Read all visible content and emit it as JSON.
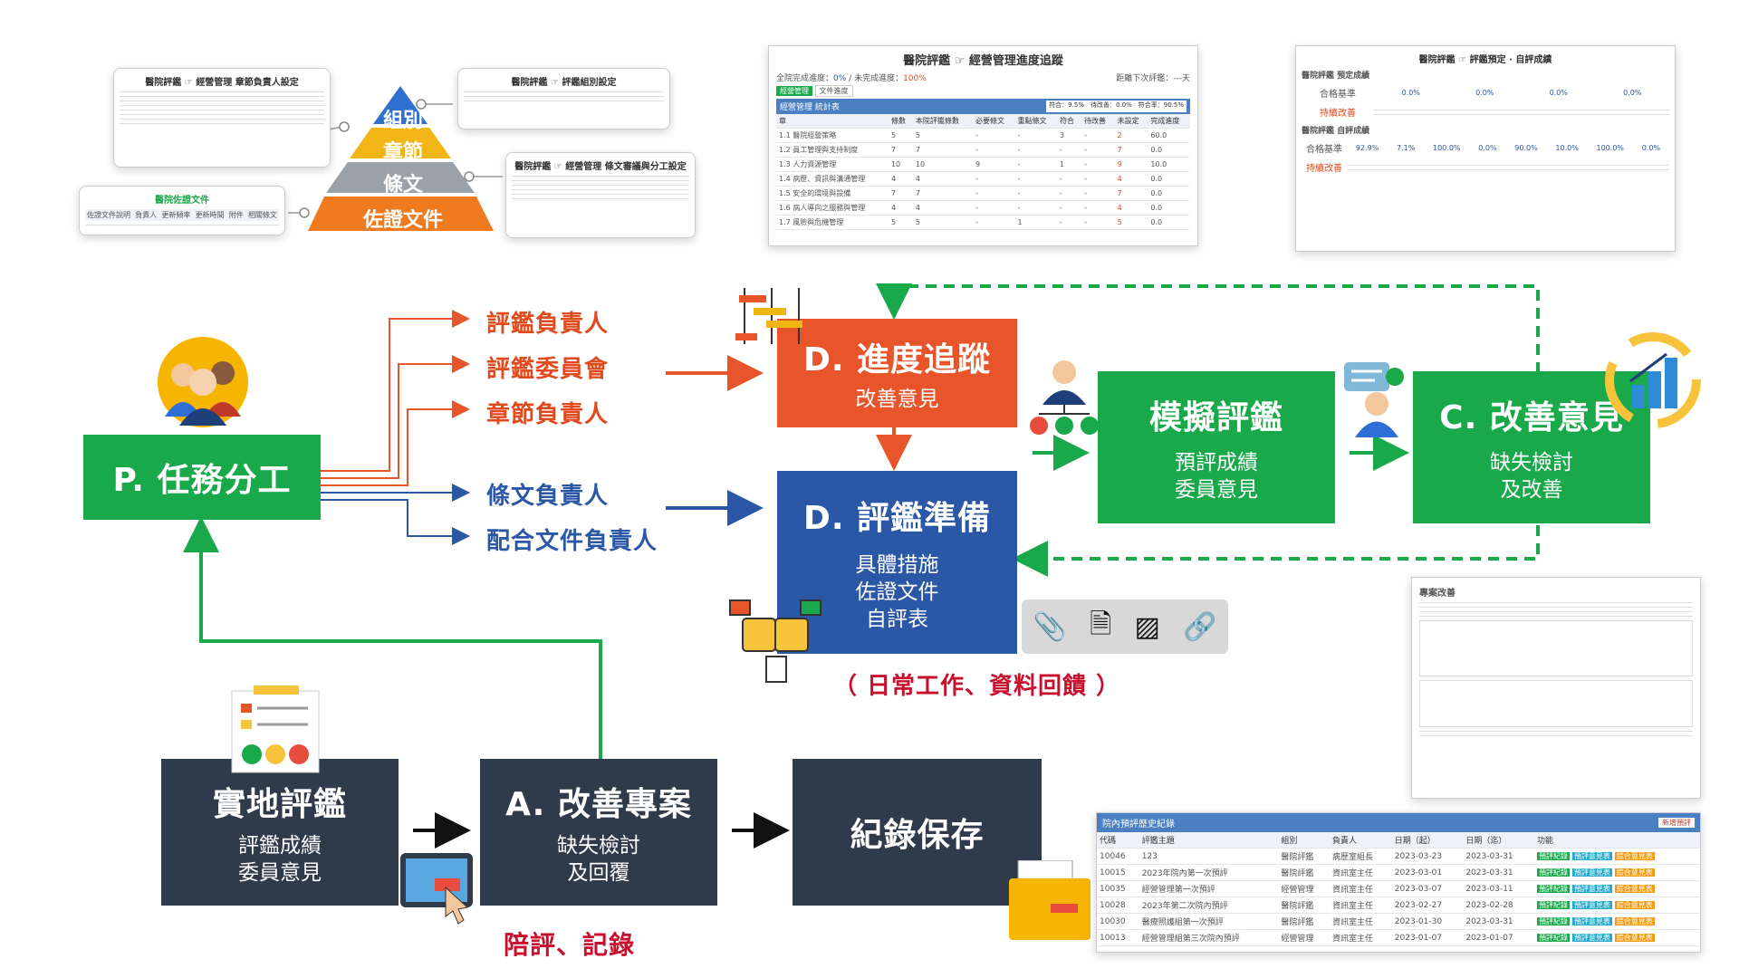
{
  "pyramid": {
    "levels": [
      "組別",
      "章節",
      "條文",
      "佐證文件"
    ]
  },
  "thumbnails": {
    "chapter_owner": {
      "title": "醫院評鑑 ☞ 經營管理 章節負責人設定"
    },
    "group_setting": {
      "title": "醫院評鑑 ☞ 評鑑組別設定"
    },
    "article_setting": {
      "title": "醫院評鑑 ☞ 經營管理 條文審議與分工設定"
    },
    "doc_list": {
      "title": "醫院佐證文件",
      "cols": [
        "佐證文件說明",
        "負責人",
        "更新頻率",
        "更新時間",
        "附件",
        "相關條文"
      ]
    },
    "progress": {
      "title": "醫院評鑑 ☞ 經營管理進度追蹤",
      "completion_label": "全院完成進度：",
      "completion_value": "0%",
      "incomplete_label": "/ 未完成進度：",
      "incomplete_value": "100%",
      "countdown": "距離下次評鑑：---天",
      "tabs": [
        "經營管理",
        "文件進度"
      ],
      "table_title": "經營管理 統計表",
      "summary": "符合：9.5%　待改善：0.0%　符合率：90.5%",
      "cols": [
        "章",
        "條數",
        "本院評鑑條數",
        "必要條文",
        "重點條文",
        "符合",
        "待改善",
        "未設定",
        "完成進度"
      ],
      "rows": [
        [
          "1.1 醫院經營策略",
          "5",
          "5",
          "-",
          "-",
          "3",
          "-",
          "2",
          "60.0"
        ],
        [
          "1.2 員工管理與支持制度",
          "7",
          "7",
          "-",
          "-",
          "-",
          "-",
          "7",
          "0.0"
        ],
        [
          "1.3 人力資源管理",
          "10",
          "10",
          "9",
          "-",
          "1",
          "-",
          "9",
          "10.0"
        ],
        [
          "1.4 病歷、資訊與溝通管理",
          "4",
          "4",
          "-",
          "-",
          "-",
          "-",
          "4",
          "0.0"
        ],
        [
          "1.5 安全的環境與設備",
          "7",
          "7",
          "-",
          "-",
          "-",
          "-",
          "7",
          "0.0"
        ],
        [
          "1.6 病人導向之服務與管理",
          "4",
          "4",
          "-",
          "-",
          "-",
          "-",
          "4",
          "0.0"
        ],
        [
          "1.7 風險與危機管理",
          "5",
          "5",
          "-",
          "1",
          "-",
          "-",
          "5",
          "0.0"
        ]
      ]
    },
    "pre_eval": {
      "title": "醫院評鑑 ☞ 評鑑預定 · 自評成績",
      "sec1": "醫院評鑑 預定成績",
      "sec2": "醫院評鑑 自評成績",
      "pass": "合格基準",
      "improve": "持續改善",
      "pcts": [
        "92.9%",
        "7.1%",
        "100.0%",
        "0.0%",
        "90.0%",
        "10.0%",
        "100.0%",
        "0.0%"
      ]
    },
    "improvement": {
      "title": "專案改善"
    },
    "history": {
      "title": "院內預評歷史紀錄",
      "add": "新增預評",
      "cols": [
        "代碼",
        "評鑑主題",
        "組別",
        "負責人",
        "日期（起）",
        "日期（迄）",
        "功能"
      ],
      "rows": [
        [
          "10046",
          "123",
          "醫院評鑑",
          "病歷室組長",
          "2023-03-23",
          "2023-03-31"
        ],
        [
          "10015",
          "2023年院內第一次預評",
          "醫院評鑑",
          "資訊室主任",
          "2023-03-01",
          "2023-03-31"
        ],
        [
          "10035",
          "經營管理第一次預評",
          "經營管理",
          "資訊室主任",
          "2023-03-07",
          "2023-03-11"
        ],
        [
          "10028",
          "2023年第二次院內預評",
          "醫院評鑑",
          "資訊室主任",
          "2023-02-27",
          "2023-02-28"
        ],
        [
          "10030",
          "醫療照護組第一次預評",
          "醫院評鑑",
          "資訊室主任",
          "2023-01-30",
          "2023-03-31"
        ],
        [
          "10013",
          "經營管理組第三次院內預評",
          "經營管理",
          "資訊室主任",
          "2023-01-07",
          "2023-01-07"
        ]
      ],
      "btns": [
        "預評紀錄",
        "預評意見表",
        "綜合意見表"
      ]
    }
  },
  "flow": {
    "p": {
      "title": "P. 任務分工"
    },
    "roles_red": [
      "評鑑負責人",
      "評鑑委員會",
      "章節負責人"
    ],
    "roles_blue": [
      "條文負責人",
      "配合文件負責人"
    ],
    "d_track": {
      "title": "D. 進度追蹤",
      "sub": "改善意見"
    },
    "d_prep": {
      "title": "D. 評鑑準備",
      "sub": [
        "具體措施",
        "佐證文件",
        "自評表"
      ]
    },
    "daily": "（ 日常工作、資料回饋 ）",
    "mock": {
      "title": "模擬評鑑",
      "sub": [
        "預評成績",
        "委員意見"
      ]
    },
    "c": {
      "title": "C. 改善意見",
      "sub": [
        "缺失檢討",
        "及改善"
      ]
    },
    "field": {
      "title": "實地評鑑",
      "sub": [
        "評鑑成績",
        "委員意見"
      ]
    },
    "a": {
      "title": "A. 改善專案",
      "sub": [
        "缺失檢討",
        "及回覆"
      ]
    },
    "record": {
      "title": "紀錄保存"
    },
    "accompany": "陪評、記錄"
  },
  "colors": {
    "green": "#19a84a",
    "orange": "#e8552a",
    "blue": "#2b57a7",
    "dark": "#2f3a4a",
    "red": "#c8102e"
  }
}
